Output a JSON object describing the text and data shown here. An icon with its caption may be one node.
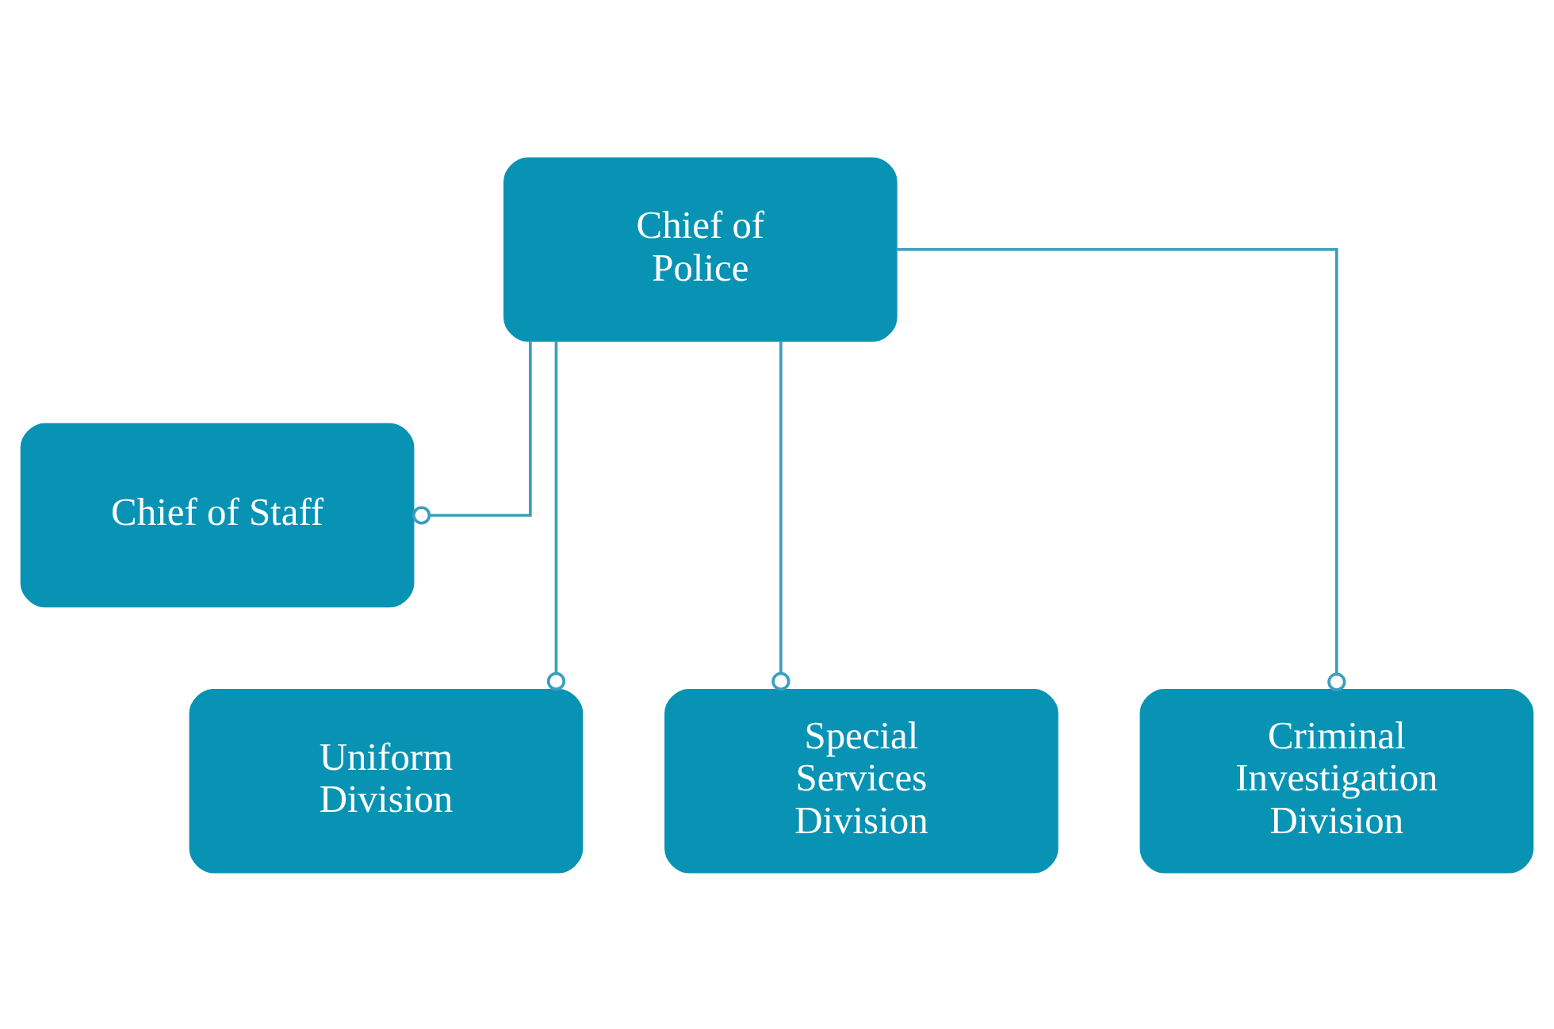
{
  "diagram": {
    "nodes": [
      {
        "text": [
          "Chief of Police"
        ]
      },
      {
        "text": [
          "Chief of Staff"
        ]
      },
      {
        "text": [
          "Uniform Division"
        ]
      },
      {
        "text": [
          "Special Services Division"
        ]
      },
      {
        "text": [
          "Criminal Investigation Division"
        ]
      }
    ],
    "edges": [
      {
        "from": 0,
        "to": 1,
        "arrow": "other"
      },
      {
        "from": 0,
        "to": 2,
        "arrow": "other"
      },
      {
        "from": 0,
        "to": 3,
        "arrow": "other"
      },
      {
        "from": 0,
        "to": 4,
        "arrow": "other"
      }
    ]
  }
}
